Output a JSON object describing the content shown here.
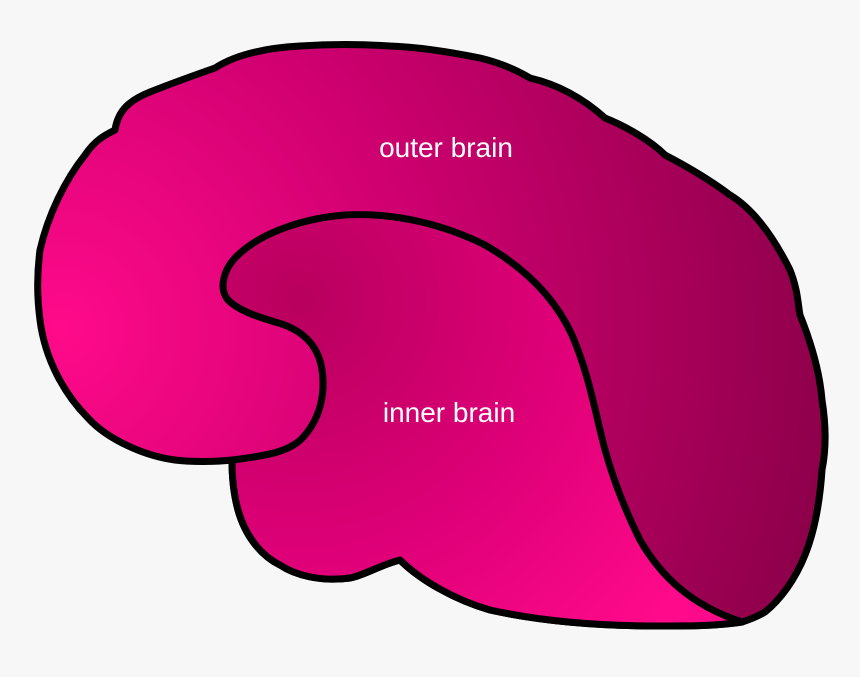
{
  "diagram": {
    "regions": [
      {
        "id": "outer",
        "label": "outer brain"
      },
      {
        "id": "inner",
        "label": "inner brain"
      }
    ],
    "colors": {
      "background": "#f7f7f7",
      "outline": "#000000",
      "label_text": "#ffffff",
      "gradient_light": "#ff0a8a",
      "gradient_mid": "#d6006e",
      "gradient_dark": "#990050"
    }
  }
}
